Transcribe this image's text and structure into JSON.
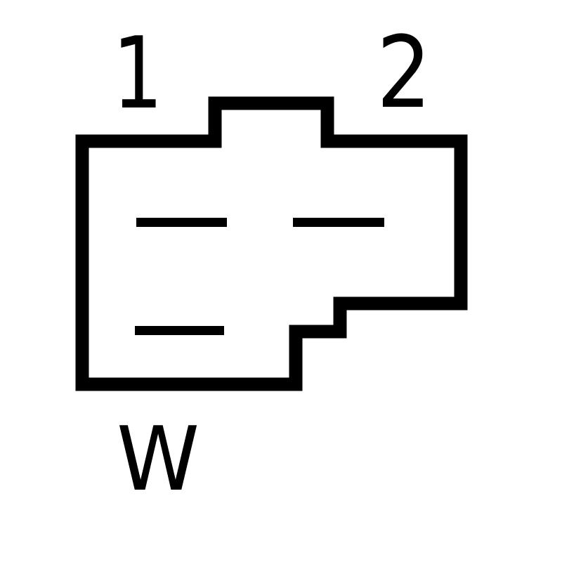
{
  "diagram": {
    "type": "connector-pinout",
    "colors": {
      "stroke": "#000000",
      "background": "#ffffff"
    },
    "labels": {
      "pin_1": "1",
      "pin_2": "2",
      "pin_w": "W"
    },
    "terminals": [
      {
        "id": "terminal-1",
        "position": "top-left"
      },
      {
        "id": "terminal-2",
        "position": "top-right"
      },
      {
        "id": "terminal-w",
        "position": "bottom-left"
      }
    ]
  }
}
